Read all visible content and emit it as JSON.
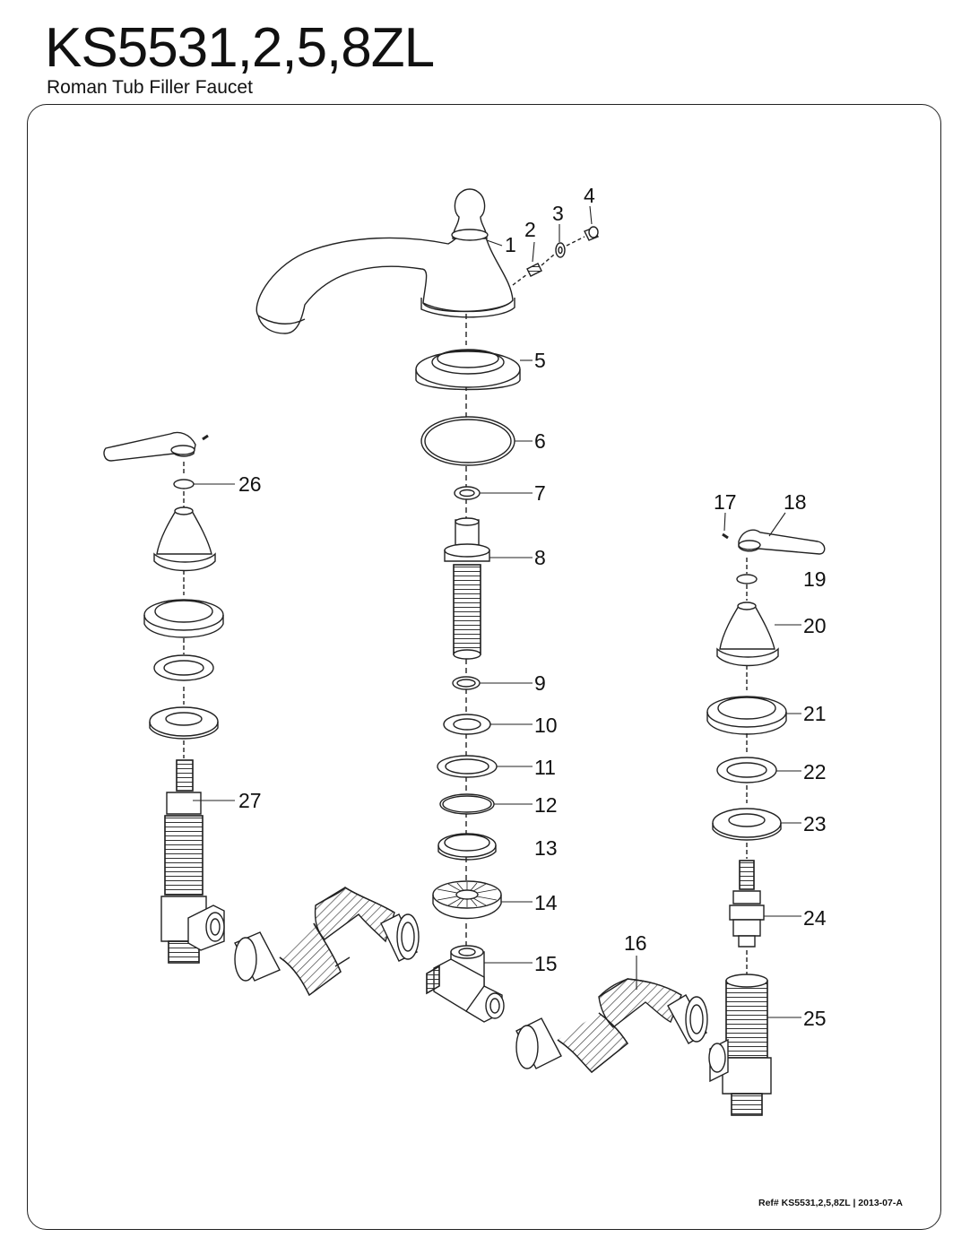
{
  "header": {
    "model": "KS5531,2,5,8ZL",
    "product_name": "Roman Tub Filler Faucet"
  },
  "diagram": {
    "type": "exploded-parts-diagram",
    "callouts": [
      {
        "id": "1",
        "label": "1"
      },
      {
        "id": "2",
        "label": "2"
      },
      {
        "id": "3",
        "label": "3"
      },
      {
        "id": "4",
        "label": "4"
      },
      {
        "id": "5",
        "label": "5"
      },
      {
        "id": "6",
        "label": "6"
      },
      {
        "id": "7",
        "label": "7"
      },
      {
        "id": "8",
        "label": "8"
      },
      {
        "id": "9",
        "label": "9"
      },
      {
        "id": "10",
        "label": "10"
      },
      {
        "id": "11",
        "label": "11"
      },
      {
        "id": "12",
        "label": "12"
      },
      {
        "id": "13",
        "label": "13"
      },
      {
        "id": "14",
        "label": "14"
      },
      {
        "id": "15",
        "label": "15"
      },
      {
        "id": "16",
        "label": "16"
      },
      {
        "id": "17",
        "label": "17"
      },
      {
        "id": "18",
        "label": "18"
      },
      {
        "id": "19",
        "label": "19"
      },
      {
        "id": "20",
        "label": "20"
      },
      {
        "id": "21",
        "label": "21"
      },
      {
        "id": "22",
        "label": "22"
      },
      {
        "id": "23",
        "label": "23"
      },
      {
        "id": "24",
        "label": "24"
      },
      {
        "id": "25",
        "label": "25"
      },
      {
        "id": "26",
        "label": "26"
      },
      {
        "id": "27",
        "label": "27"
      }
    ],
    "line_color": "#222222",
    "hatch_color": "#444444"
  },
  "footer": {
    "reference": "Ref# KS5531,2,5,8ZL | 2013-07-A"
  }
}
